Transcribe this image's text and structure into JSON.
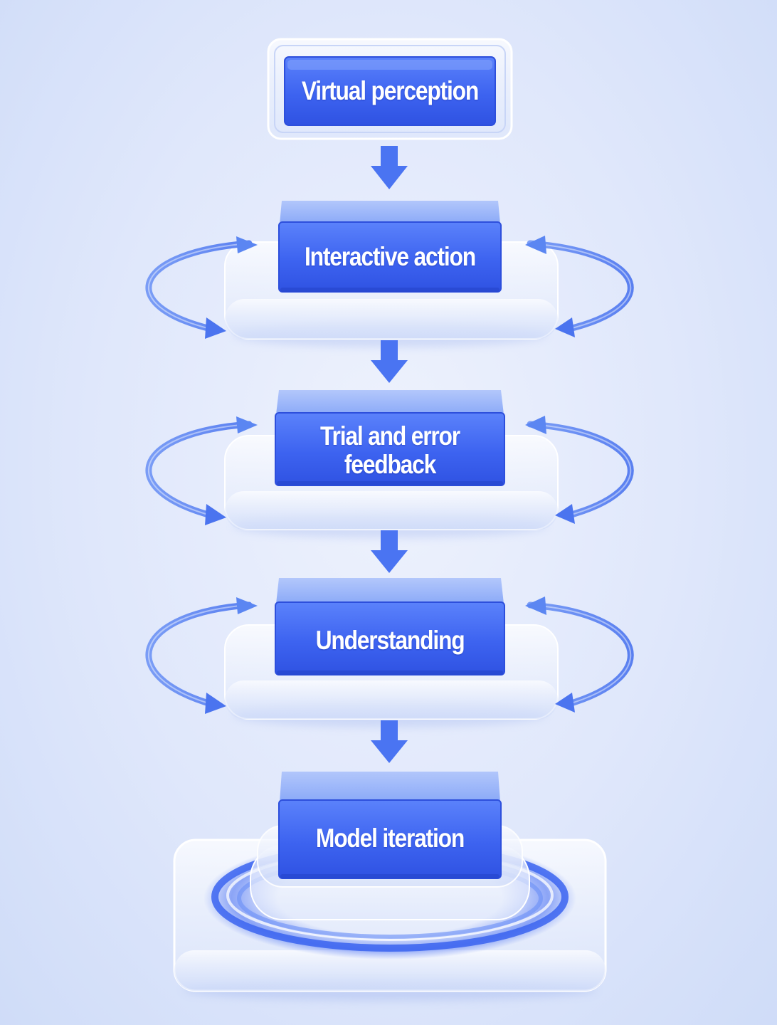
{
  "diagram": {
    "steps": [
      {
        "id": "virtual-perception",
        "lines": [
          "Virtual perception"
        ]
      },
      {
        "id": "interactive-action",
        "lines": [
          "Interactive action"
        ]
      },
      {
        "id": "trial-and-error-feedback",
        "lines": [
          "Trial and error",
          "feedback"
        ]
      },
      {
        "id": "understanding",
        "lines": [
          "Understanding"
        ]
      },
      {
        "id": "model-iteration",
        "lines": [
          "Model iteration"
        ]
      }
    ],
    "colors": {
      "block_face": "#3f63f0",
      "block_face_light": "#5a82fb",
      "arrow": "#4a74f2",
      "loop_arrow": "#5b86f2",
      "glass": "#ffffff",
      "label": "#ffffff"
    }
  }
}
